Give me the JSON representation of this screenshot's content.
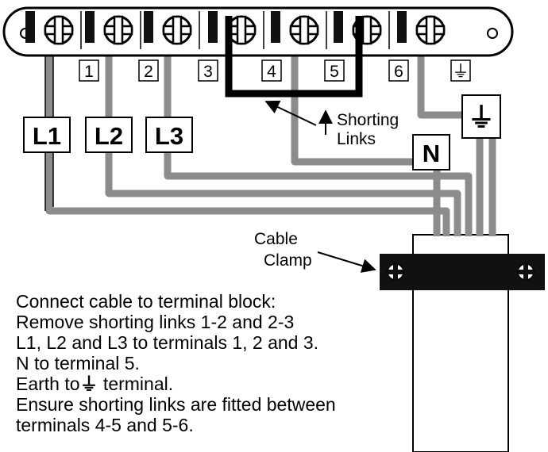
{
  "terminals": [
    {
      "label": "1"
    },
    {
      "label": "2"
    },
    {
      "label": "3"
    },
    {
      "label": "4"
    },
    {
      "label": "5"
    },
    {
      "label": "6"
    },
    {
      "label": "⏚"
    }
  ],
  "phase_labels": {
    "l1": "L1",
    "l2": "L2",
    "l3": "L3"
  },
  "neutral_label": "N",
  "earth_label": "⏚",
  "shorting_links": {
    "line1": "Shorting",
    "line2": "Links"
  },
  "cable_clamp": {
    "line1": "Cable",
    "line2": "Clamp"
  },
  "instructions": {
    "line1": "Connect cable to terminal block:",
    "line2": "Remove shorting links 1-2 and 2-3",
    "line3": "L1, L2 and L3 to terminals 1, 2 and 3.",
    "line4": "N to terminal 5.",
    "line5_before": "Earth to",
    "line5_after": " terminal.",
    "line6": "Ensure shorting links are fitted between",
    "line7": "terminals 4-5 and 5-6."
  },
  "colors": {
    "wire": "#8c8c8c",
    "ink": "#000000",
    "paper": "#ffffff"
  }
}
